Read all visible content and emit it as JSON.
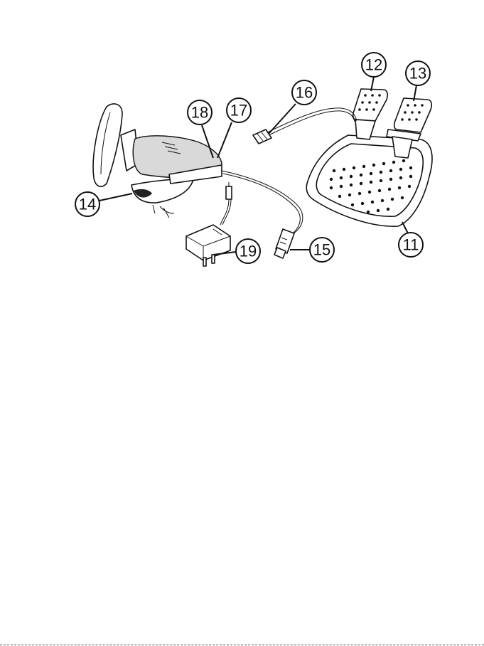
{
  "callouts": {
    "c11": "11",
    "c12": "12",
    "c13": "13",
    "c14": "14",
    "c15": "15",
    "c16": "16",
    "c17": "17",
    "c18": "18",
    "c19": "19"
  },
  "icons": {
    "wheel": "steering-wheel-icon",
    "pedals": "pedal-set-icon",
    "adapter": "power-adapter-icon",
    "usb": "usb-plug-icon"
  },
  "colors": {
    "ink": "#111111",
    "background": "#ffffff"
  }
}
